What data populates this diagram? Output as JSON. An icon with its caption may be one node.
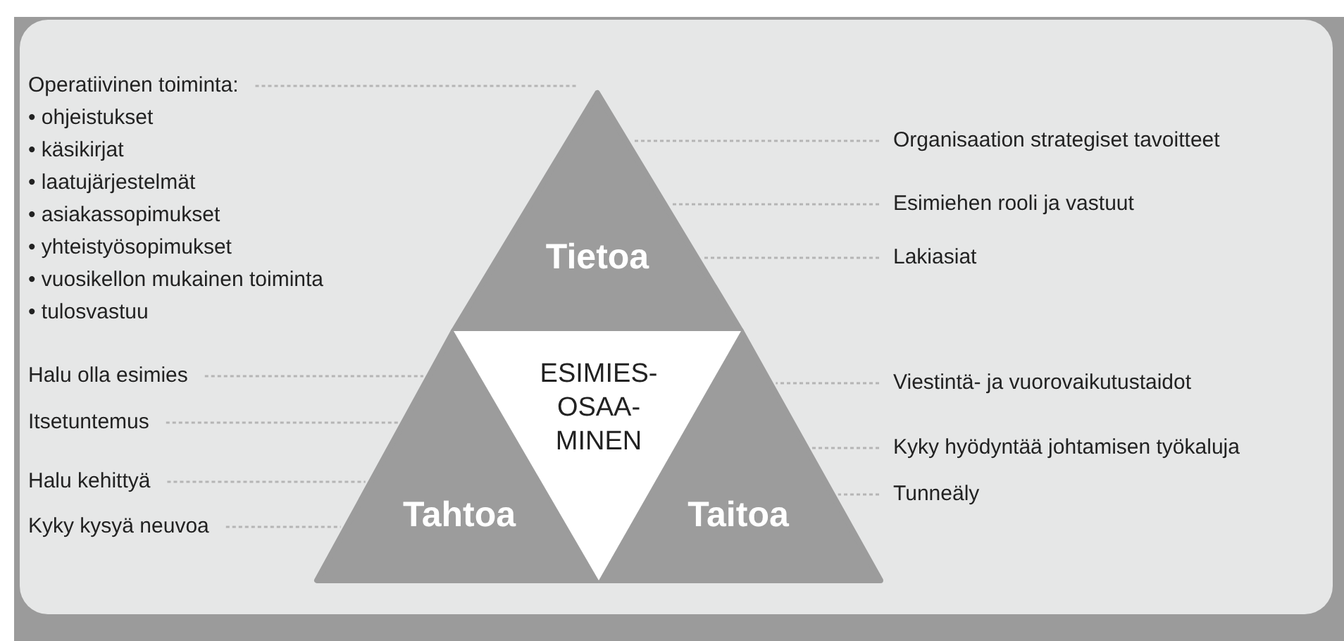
{
  "diagram": {
    "nodes": [
      {
        "text": [
          "Operatiivinen toiminta:",
          "• ohjeistukset",
          "• käsikirjat",
          "• laatujärjestelmät",
          "• asiakassopimukset",
          "• yhteistyösopimukset",
          "• vuosikellon mukainen toiminta",
          "• tulosvastuu"
        ]
      },
      {
        "text": [
          "Tietoa"
        ]
      },
      {
        "text": [
          "Organisaation strategiset tavoitteet"
        ]
      },
      {
        "text": [
          "Esimiehen rooli ja vastuut"
        ]
      },
      {
        "text": [
          "Lakiasiat"
        ]
      },
      {
        "text": [
          "ESIMIES- OSAA- MINEN"
        ]
      },
      {
        "text": [
          "Halu olla esimies"
        ]
      },
      {
        "text": [
          "Viestintä- ja vuorovaikutustaidot"
        ]
      },
      {
        "text": [
          "Itsetuntemus"
        ]
      },
      {
        "text": [
          "Kyky hyödyntää johtamisen työkaluja"
        ]
      },
      {
        "text": [
          "Halu kehittyä"
        ]
      },
      {
        "text": [
          "Tunneäly"
        ]
      },
      {
        "text": [
          "Tahtoa"
        ]
      },
      {
        "text": [
          "Kyky kysyä neuvoa"
        ]
      },
      {
        "text": [
          "Taitoa"
        ]
      }
    ],
    "edges": [
      {
        "from": 0,
        "to": 1,
        "arrow": "none"
      },
      {
        "from": 2,
        "to": 1,
        "arrow": "none"
      },
      {
        "from": 3,
        "to": 1,
        "arrow": "none"
      },
      {
        "from": 4,
        "to": 1,
        "arrow": "none"
      },
      {
        "from": 6,
        "to": 12,
        "arrow": "none"
      },
      {
        "from": 7,
        "to": 14,
        "arrow": "none"
      },
      {
        "from": 8,
        "to": 12,
        "arrow": "none"
      },
      {
        "from": 9,
        "to": 14,
        "arrow": "none"
      },
      {
        "from": 10,
        "to": 12,
        "arrow": "none"
      },
      {
        "from": 11,
        "to": 14,
        "arrow": "none"
      },
      {
        "from": 13,
        "to": 12,
        "arrow": "none"
      }
    ]
  }
}
